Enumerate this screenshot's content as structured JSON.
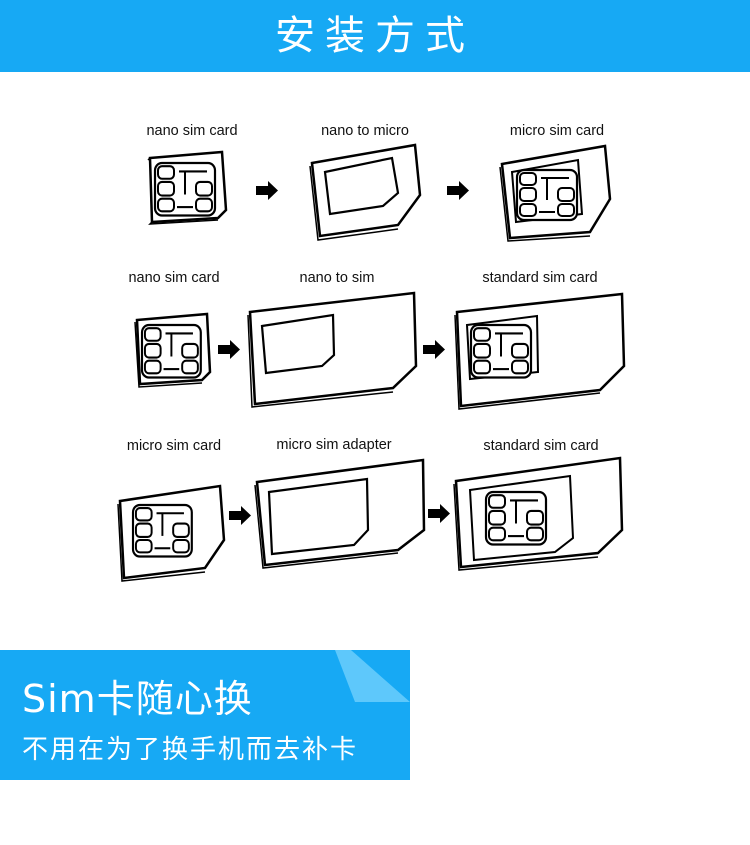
{
  "header": {
    "title": "安装方式",
    "color": "#17a9f4"
  },
  "rows": [
    {
      "labels": [
        "nano sim card",
        "nano to micro",
        "micro sim card"
      ]
    },
    {
      "labels": [
        "nano sim card",
        "nano to sim",
        "standard sim card"
      ]
    },
    {
      "labels": [
        "micro sim card",
        "micro sim adapter",
        "standard sim card"
      ]
    }
  ],
  "banner": {
    "title": "Sim卡随心换",
    "subtitle": "不用在为了换手机而去补卡",
    "color": "#17a9f4"
  }
}
